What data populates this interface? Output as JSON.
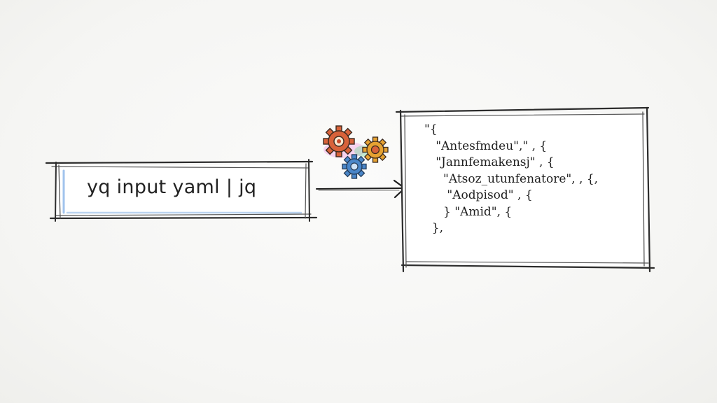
{
  "command": {
    "text": "yq input yaml | jq"
  },
  "output": {
    "lines": [
      "\"{",
      "   \"Antesfmdeu\",\" , {",
      "   \"Jannfemakensj\" , {",
      "     \"Atsoz_utunfenatore\", , {,",
      "      \"Aodpisod\" , {",
      "     } \"Amid\", {",
      "  },"
    ]
  },
  "process": {
    "icon": "gears-icon",
    "colors": [
      "#d9633a",
      "#e8a33c",
      "#3f7fc4",
      "#d04fb4",
      "#6cc070"
    ]
  }
}
